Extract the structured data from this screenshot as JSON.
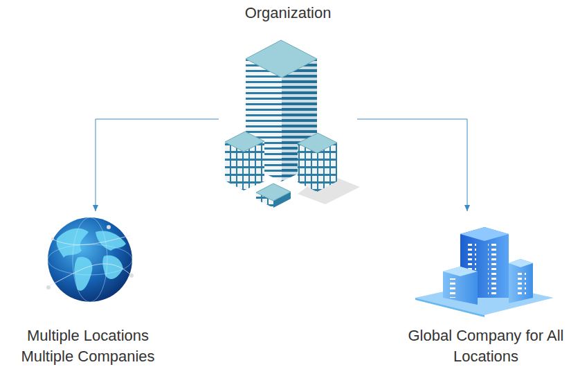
{
  "diagram": {
    "nodes": [
      {
        "text": [
          "Organization"
        ]
      },
      {
        "text": [
          "Multiple Locations Multiple Companies"
        ]
      },
      {
        "text": [
          "Global Company for All Locations"
        ]
      }
    ],
    "edges": [
      {
        "from": 0,
        "to": 1,
        "arrow": "to"
      },
      {
        "from": 0,
        "to": 2,
        "arrow": "to"
      }
    ]
  }
}
